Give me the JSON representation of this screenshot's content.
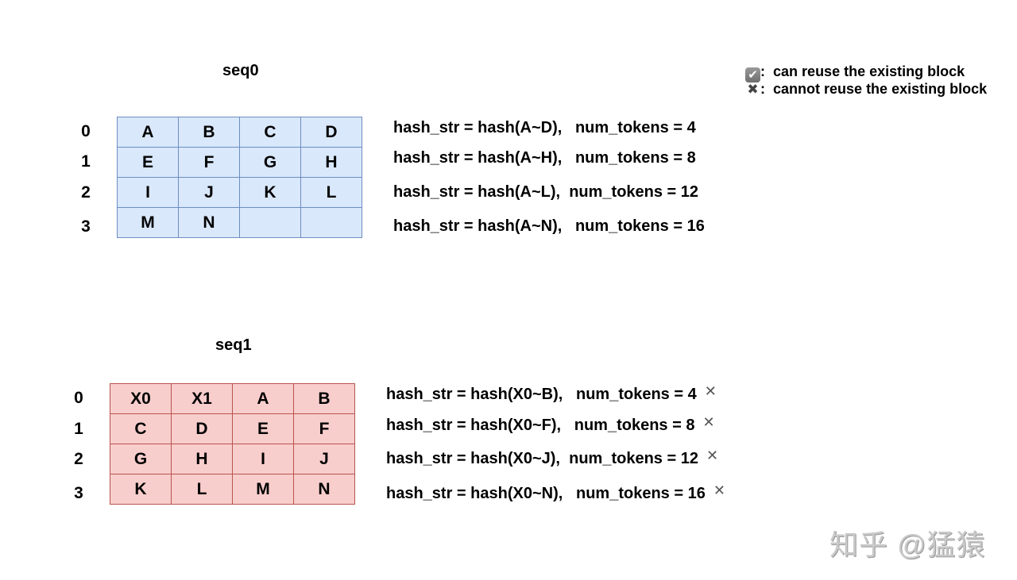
{
  "legend": {
    "reuse": {
      "icon": "checkbox-checked-icon",
      "label": "can reuse the existing block"
    },
    "no_reuse": {
      "icon": "x-mark-icon",
      "label": "cannot reuse the existing block"
    },
    "separator": ":"
  },
  "seq0": {
    "title": "seq0",
    "rows": [
      {
        "index": "0",
        "cells": [
          "A",
          "B",
          "C",
          "D"
        ],
        "hash": "hash_str = hash(A~D),",
        "tokens": "num_tokens = 4",
        "reusable": null
      },
      {
        "index": "1",
        "cells": [
          "E",
          "F",
          "G",
          "H"
        ],
        "hash": "hash_str = hash(A~H),",
        "tokens": "num_tokens = 8",
        "reusable": null
      },
      {
        "index": "2",
        "cells": [
          "I",
          "J",
          "K",
          "L"
        ],
        "hash": "hash_str = hash(A~L),",
        "tokens": "num_tokens = 12",
        "reusable": null
      },
      {
        "index": "3",
        "cells": [
          "M",
          "N",
          "",
          ""
        ],
        "hash": "hash_str = hash(A~N),",
        "tokens": "num_tokens = 16",
        "reusable": null
      }
    ],
    "colors": {
      "fill": "#dae8fc",
      "border": "#6c8ebf"
    }
  },
  "seq1": {
    "title": "seq1",
    "rows": [
      {
        "index": "0",
        "cells": [
          "X0",
          "X1",
          "A",
          "B"
        ],
        "hash": "hash_str = hash(X0~B),",
        "tokens": "num_tokens = 4",
        "mark": "✕"
      },
      {
        "index": "1",
        "cells": [
          "C",
          "D",
          "E",
          "F"
        ],
        "hash": "hash_str = hash(X0~F),",
        "tokens": "num_tokens = 8",
        "mark": "✕"
      },
      {
        "index": "2",
        "cells": [
          "G",
          "H",
          "I",
          "J"
        ],
        "hash": "hash_str = hash(X0~J),",
        "tokens": "num_tokens = 12",
        "mark": "✕"
      },
      {
        "index": "3",
        "cells": [
          "K",
          "L",
          "M",
          "N"
        ],
        "hash": "hash_str = hash(X0~N),",
        "tokens": "num_tokens = 16",
        "mark": "✕"
      }
    ],
    "colors": {
      "fill": "#f8cecc",
      "border": "#b85450"
    }
  },
  "watermark": "知乎 @猛猿"
}
